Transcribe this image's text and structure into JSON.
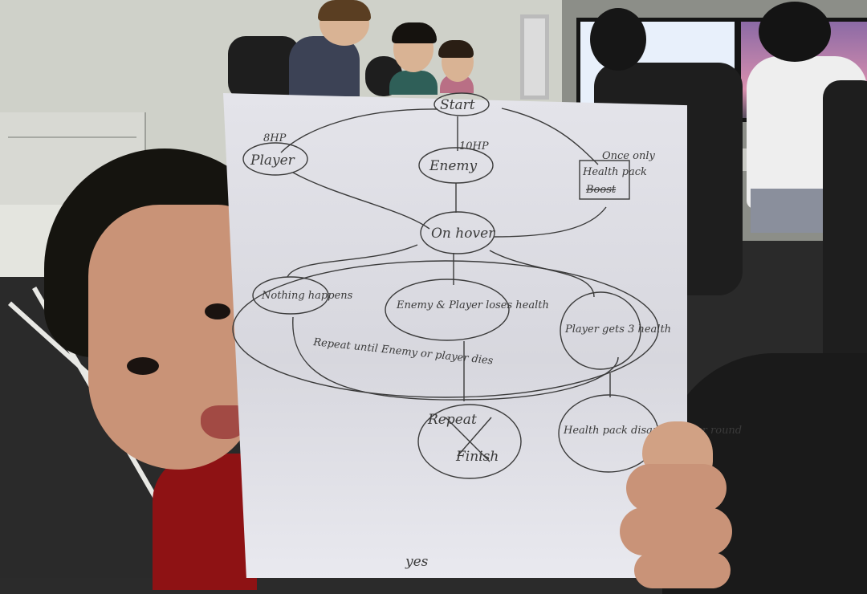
{
  "diagram": {
    "nodes": {
      "start": "Start",
      "player": "Player",
      "player_hp": "8HP",
      "enemy": "Enemy",
      "enemy_hp": "10HP",
      "health_pack": "Health pack",
      "health_pack_note": "Once only",
      "health_pack_crossed": "Boost",
      "on_hover": "On hover",
      "nothing_happens": "Nothing happens",
      "enemy_player_lose": "Enemy & Player loses health",
      "player_gets_health": "Player gets 3 health",
      "repeat_note": "Repeat until Enemy or player dies",
      "repeat": "Repeat",
      "finish": "Finish",
      "health_pack_disappears": "Health pack disappears for round",
      "yes": "yes"
    }
  }
}
